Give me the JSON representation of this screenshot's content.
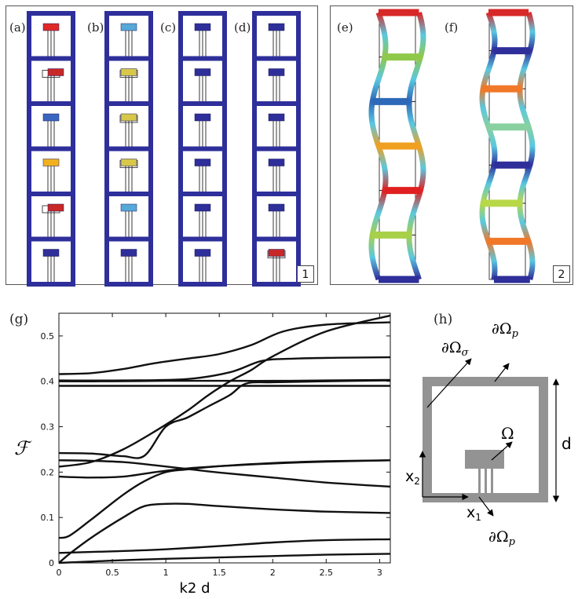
{
  "panel1": {
    "number": "1",
    "labels": [
      "(a)",
      "(b)",
      "(c)",
      "(d)"
    ],
    "frame_color": "#2e2f9a",
    "cells": [
      [
        "red",
        "red-out",
        "blue",
        "yellow",
        "red-out",
        "navy"
      ],
      [
        "lightblue",
        "yellow-out",
        "yellow-out",
        "yellow-out",
        "lightblue",
        "navy"
      ],
      [
        "navy",
        "navy",
        "navy",
        "navy",
        "navy",
        "navy"
      ],
      [
        "navy",
        "navy",
        "navy",
        "navy",
        "navy",
        "red-out"
      ]
    ]
  },
  "panel2": {
    "number": "2",
    "labels": [
      "(e)",
      "(f)"
    ]
  },
  "chart_label": "(g)",
  "chart_data": {
    "type": "line",
    "xlabel": "k2 d",
    "ylabel": "ℱ",
    "xlim": [
      0,
      3.1
    ],
    "ylim": [
      0,
      0.55
    ],
    "xticks": [
      "0",
      "0.5",
      "1",
      "1.5",
      "2",
      "2.5",
      "3"
    ],
    "yticks": [
      "0",
      "0.1",
      "0.2",
      "0.3",
      "0.4",
      "0.5"
    ],
    "grid": false,
    "series": [
      {
        "x": [
          0,
          0.5,
          1,
          1.5,
          2,
          2.5,
          3.1
        ],
        "y": [
          0,
          0.005,
          0.009,
          0.012,
          0.015,
          0.018,
          0.02
        ]
      },
      {
        "x": [
          0,
          0.3,
          0.7,
          1,
          1.5,
          2,
          2.5,
          3.1
        ],
        "y": [
          0.022,
          0.024,
          0.027,
          0.03,
          0.037,
          0.045,
          0.05,
          0.052
        ]
      },
      {
        "x": [
          0,
          0.1,
          0.3,
          0.6,
          0.8,
          1,
          1.2,
          1.5,
          2,
          2.5,
          3.1
        ],
        "y": [
          0,
          0.02,
          0.055,
          0.1,
          0.125,
          0.13,
          0.13,
          0.125,
          0.118,
          0.113,
          0.11
        ]
      },
      {
        "x": [
          0,
          0.1,
          0.3,
          0.6,
          0.8,
          1,
          1.2,
          1.5,
          2,
          2.5,
          3.1
        ],
        "y": [
          0.055,
          0.06,
          0.095,
          0.15,
          0.18,
          0.2,
          0.206,
          0.213,
          0.22,
          0.224,
          0.226
        ]
      },
      {
        "x": [
          0,
          0.3,
          0.6,
          0.9,
          1.2,
          1.5,
          2,
          2.5,
          3.1
        ],
        "y": [
          0.19,
          0.188,
          0.19,
          0.2,
          0.208,
          0.213,
          0.219,
          0.223,
          0.226
        ]
      },
      {
        "x": [
          0,
          0.3,
          0.6,
          0.9,
          1.2,
          1.5,
          2,
          2.5,
          3.1
        ],
        "y": [
          0.226,
          0.225,
          0.222,
          0.215,
          0.207,
          0.199,
          0.188,
          0.177,
          0.168
        ]
      },
      {
        "x": [
          0,
          0.3,
          0.6,
          0.8,
          1.0,
          1.2,
          1.4,
          1.6,
          1.75,
          2,
          2.5,
          3.1
        ],
        "y": [
          0.242,
          0.241,
          0.235,
          0.236,
          0.3,
          0.32,
          0.345,
          0.37,
          0.395,
          0.398,
          0.4,
          0.402
        ]
      },
      {
        "x": [
          0,
          0.3,
          0.6,
          0.9,
          1.2,
          1.4,
          1.6,
          1.8,
          2,
          2.5,
          3.1
        ],
        "y": [
          0.212,
          0.222,
          0.25,
          0.29,
          0.335,
          0.37,
          0.4,
          0.425,
          0.455,
          0.51,
          0.545
        ]
      },
      {
        "x": [
          0,
          0.5,
          1,
          1.5,
          2,
          2.5,
          3.1
        ],
        "y": [
          0.39,
          0.39,
          0.39,
          0.39,
          0.39,
          0.39,
          0.39
        ]
      },
      {
        "x": [
          0,
          0.5,
          1,
          1.5,
          2,
          2.5,
          3.1
        ],
        "y": [
          0.4,
          0.4,
          0.401,
          0.401,
          0.401,
          0.402,
          0.403
        ]
      },
      {
        "x": [
          0,
          0.3,
          0.6,
          0.9,
          1.2,
          1.5,
          1.8,
          2.1,
          2.5,
          3.1
        ],
        "y": [
          0.416,
          0.418,
          0.427,
          0.44,
          0.45,
          0.46,
          0.48,
          0.51,
          0.525,
          0.53
        ]
      },
      {
        "x": [
          0,
          0.6,
          1.2,
          1.6,
          1.9,
          2.2,
          2.6,
          3.1
        ],
        "y": [
          0.402,
          0.402,
          0.405,
          0.42,
          0.445,
          0.45,
          0.452,
          0.453
        ]
      }
    ]
  },
  "diagram": {
    "label": "(h)",
    "omega_sigma": "∂Ω",
    "omega_sigma_sub": "σ",
    "omega_p_top": "∂Ω",
    "omega_p_top_sub": "p",
    "omega": "Ω",
    "x2": "x",
    "x2_sub": "2",
    "x1": "x",
    "x1_sub": "1",
    "d": "d",
    "omega_p_bottom": "∂Ω",
    "omega_p_bottom_sub": "p"
  }
}
